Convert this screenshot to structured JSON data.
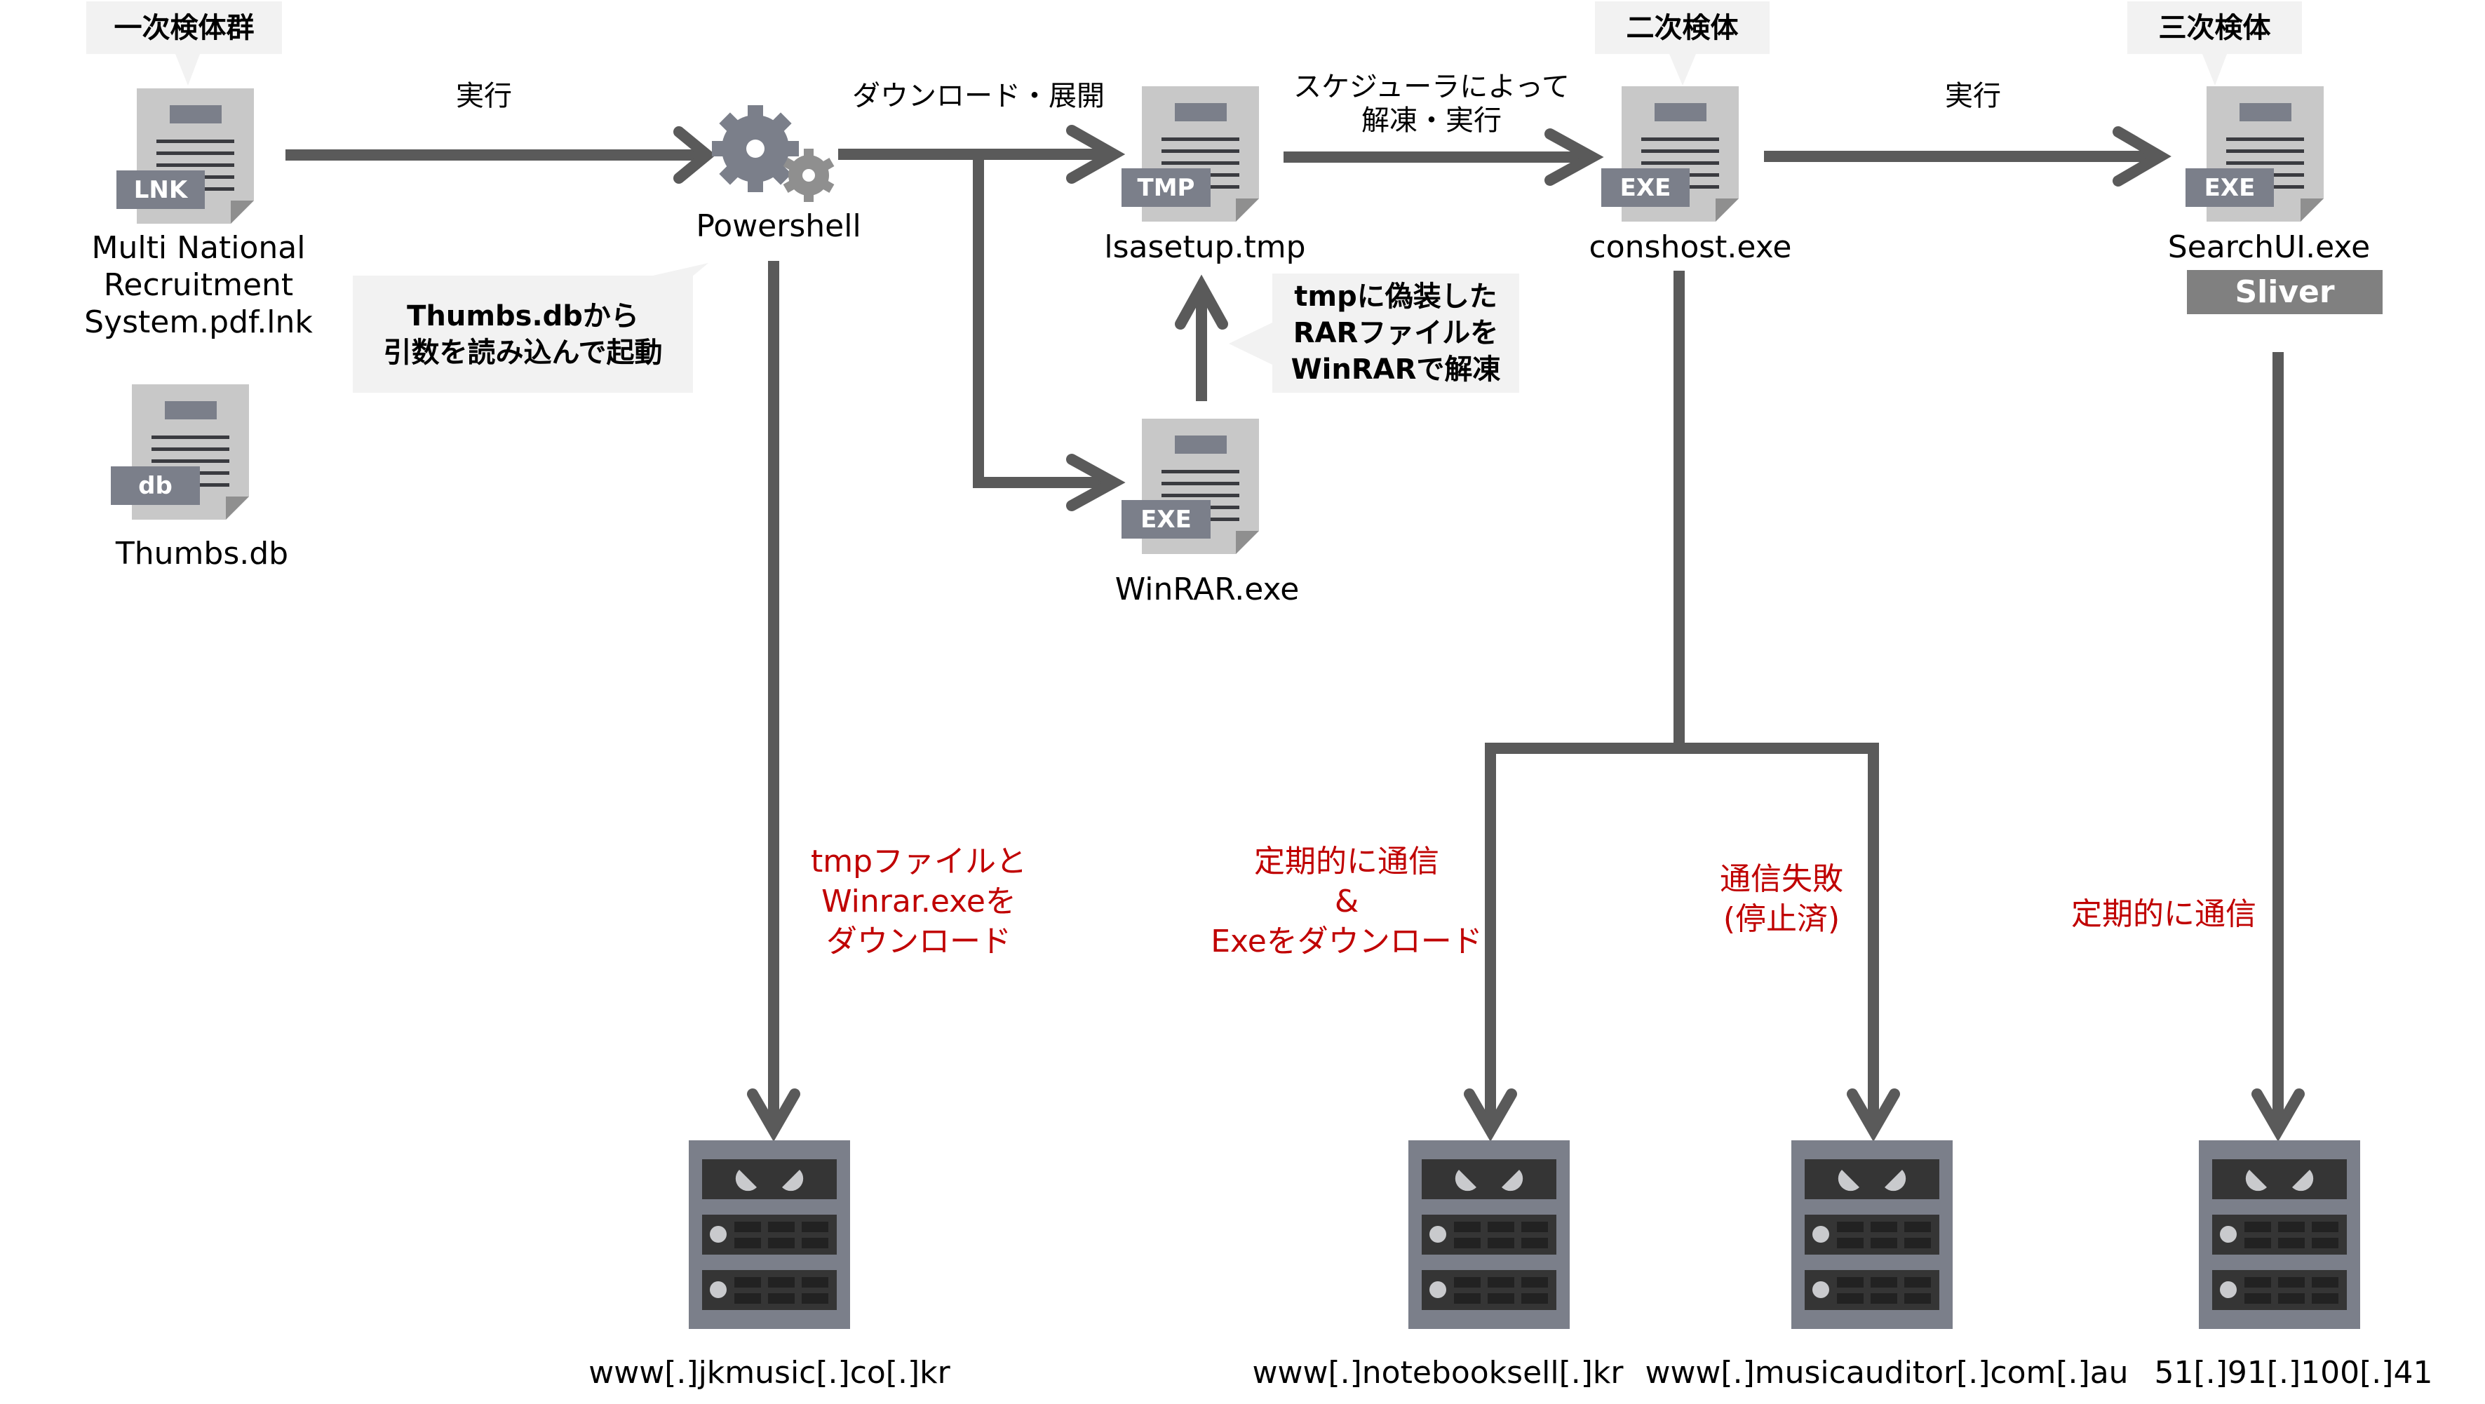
{
  "stages": {
    "first": "一次検体群",
    "second": "二次検体",
    "third": "三次検体"
  },
  "files": {
    "lnk": {
      "tag": "LNK",
      "name": "Multi National\nRecruitment\nSystem.pdf.lnk"
    },
    "thumbs": {
      "tag": "db",
      "name": "Thumbs.db"
    },
    "powershell": {
      "name": "Powershell"
    },
    "lsasetup": {
      "tag": "TMP",
      "name": "lsasetup.tmp"
    },
    "winrar": {
      "tag": "EXE",
      "name": "WinRAR.exe"
    },
    "conshost": {
      "tag": "EXE",
      "name": "conshost.exe"
    },
    "searchui": {
      "tag": "EXE",
      "name": "SearchUI.exe",
      "badge": "Sliver"
    }
  },
  "edges": {
    "lnk_to_ps": "実行",
    "ps_to_tmp": "ダウンロード・展開",
    "tmp_to_conshost": "スケジューラによって\n解凍・実行",
    "conshost_to_searchui": "実行"
  },
  "notes": {
    "thumbs_args": "Thumbs.dbから\n引数を読み込んで起動",
    "rar_disguise": "tmpに偽装した\nRARファイルを\nWinRARで解凍"
  },
  "comm_labels": {
    "ps_download": "tmpファイルと\nWinrar.exeを\nダウンロード",
    "conshost_periodic": "定期的に通信\n&\nExeをダウンロード",
    "conshost_failed": "通信失敗\n(停止済)",
    "searchui_periodic": "定期的に通信"
  },
  "servers": [
    {
      "host": "www[.]jkmusic[.]co[.]kr"
    },
    {
      "host": "www[.]notebooksell[.]kr"
    },
    {
      "host": "www[.]musicauditor[.]com[.]au"
    },
    {
      "host": "51[.]91[.]100[.]41"
    }
  ],
  "colors": {
    "arrow": "#5a5a5a",
    "annotation_red": "#c00000",
    "bubble_bg": "#f2f2f2",
    "icon_gray": "#7b7f8a",
    "badge_gray": "#808080"
  }
}
